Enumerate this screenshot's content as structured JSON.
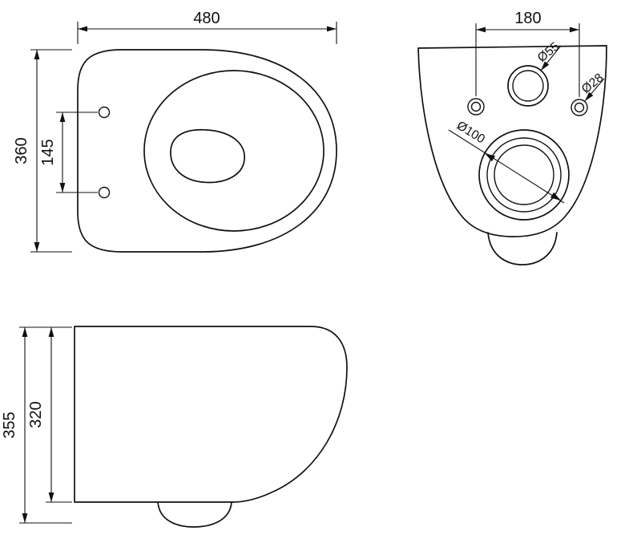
{
  "colors": {
    "line": "#111111",
    "background": "#ffffff"
  },
  "drawing": {
    "top_view": {
      "width": "480",
      "depth": "360",
      "hinge_hole_spacing": "145"
    },
    "rear_view": {
      "bolt_spacing": "180",
      "inlet_diameter": "Ø55",
      "bolt_hole_diameter": "Ø28",
      "outlet_diameter": "Ø100"
    },
    "side_view": {
      "overall_height": "355",
      "body_height": "320"
    }
  }
}
